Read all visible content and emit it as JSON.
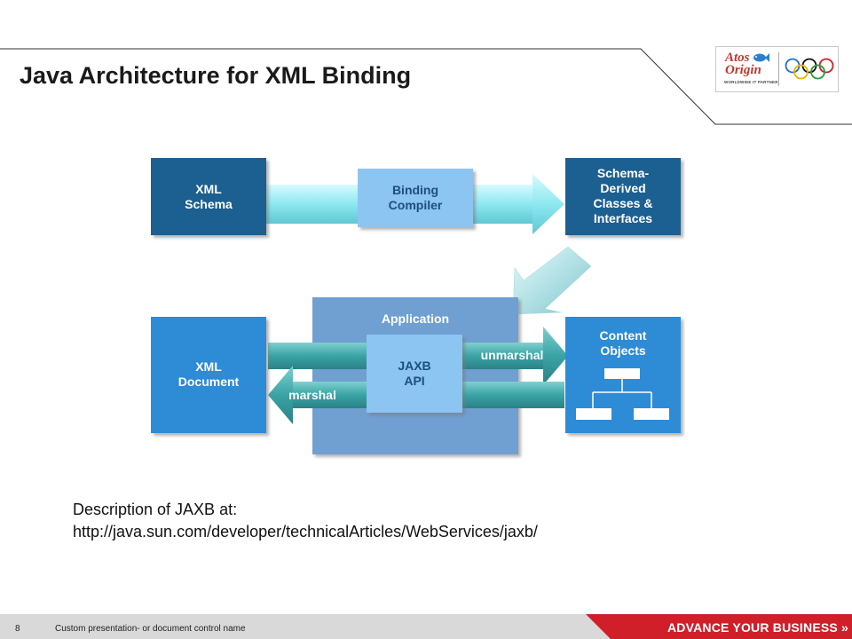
{
  "header": {
    "title": "Java Architecture for XML Binding",
    "logo": {
      "brand": "Atos Origin",
      "tagline": "WORLDWIDE IT PARTNER",
      "icon": "olympic-rings-icon"
    }
  },
  "diagram": {
    "boxes": {
      "xml_schema": "XML Schema",
      "binding_compiler": "Binding Compiler",
      "schema_derived": "Schema- Derived Classes & Interfaces",
      "application": "Application",
      "xml_document": "XML Document",
      "jaxb_api": "JAXB API",
      "content_objects": "Content Objects"
    },
    "arrows": {
      "unmarshal": "unmarshal",
      "marshal": "marshal"
    },
    "colors": {
      "dark_blue": "#1a5f91",
      "medium_blue": "#2f8bd6",
      "application_blue": "#6f9fd1",
      "light_blue": "#8cc4f2",
      "teal": "#3aa3a6",
      "light_teal": "#a8f0f5"
    }
  },
  "description": {
    "line1": "Description of JAXB at:",
    "line2": "http://java.sun.com/developer/technicalArticles/WebServices/jaxb/"
  },
  "footer": {
    "page_number": "8",
    "text": "Custom presentation- or document control name",
    "slogan": "ADVANCE YOUR BUSINESS »",
    "accent_color": "#d11f2a"
  }
}
